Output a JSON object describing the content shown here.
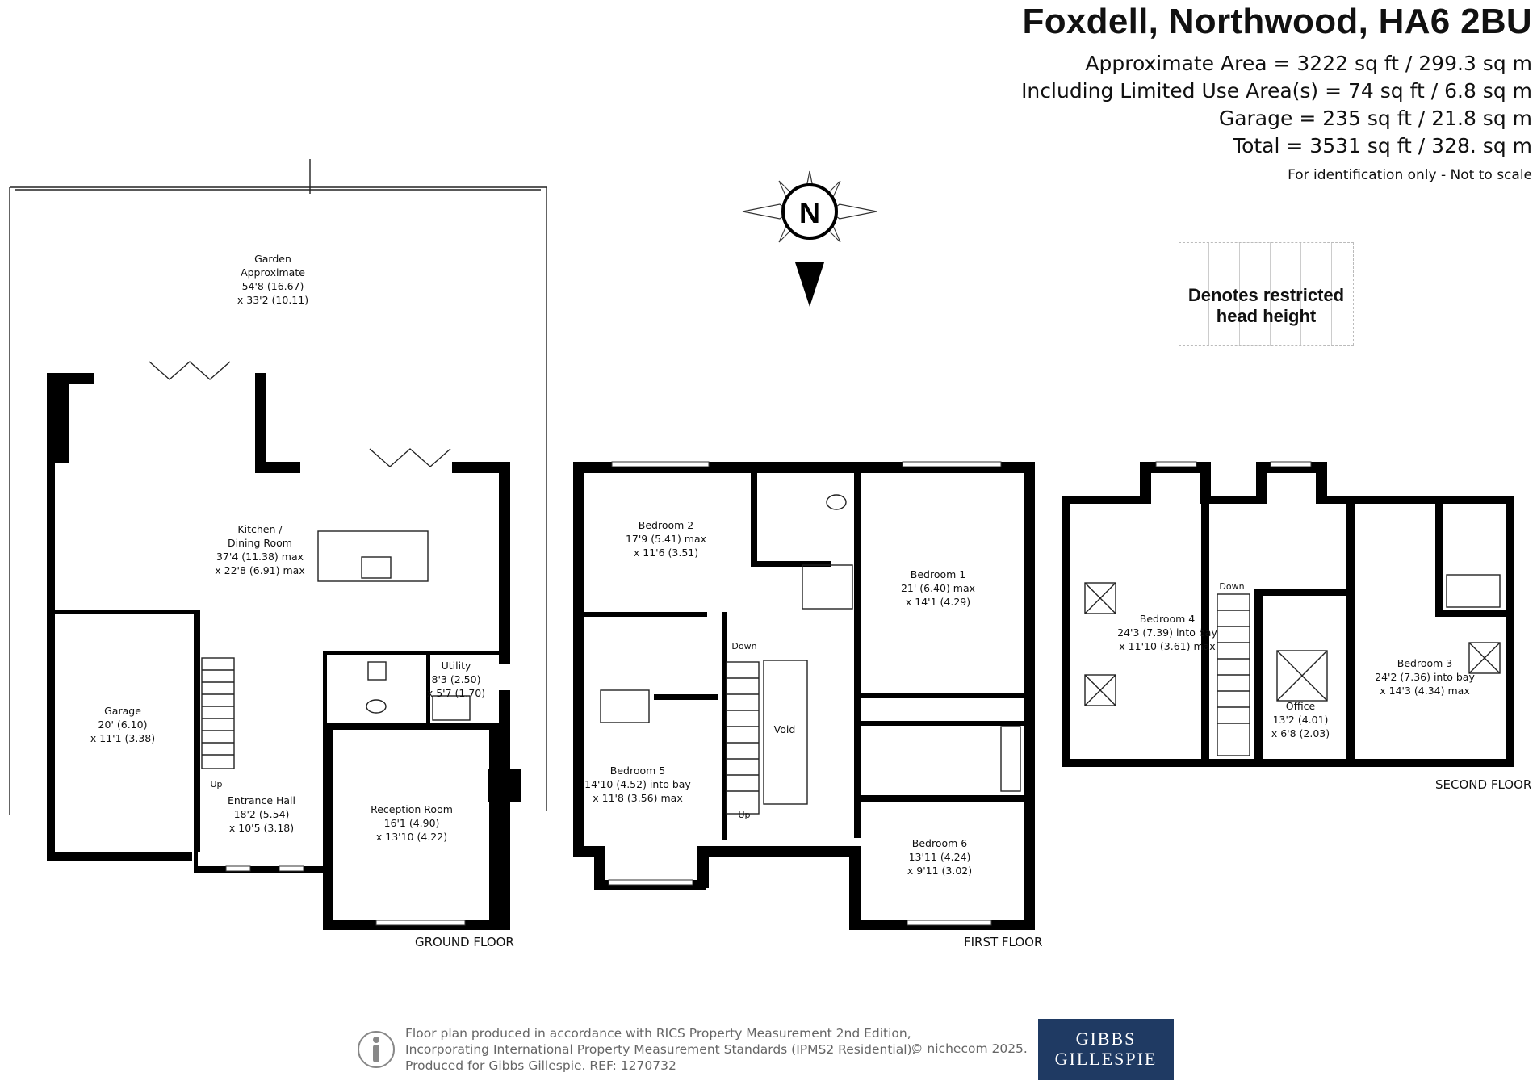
{
  "header": {
    "title": "Foxdell, Northwood, HA6 2BU",
    "area_lines": [
      "Approximate Area = 3222 sq ft / 299.3 sq m",
      "Including Limited Use Area(s) = 74 sq ft / 6.8 sq m",
      "Garage = 235 sq ft / 21.8 sq m",
      "Total = 3531 sq ft / 328. sq m"
    ],
    "note": "For identification only - Not to scale"
  },
  "compass": {
    "label": "N"
  },
  "legend": {
    "line1": "Denotes restricted",
    "line2": "head height"
  },
  "floors": {
    "ground": "GROUND FLOOR",
    "first": "FIRST FLOOR",
    "second": "SECOND FLOOR"
  },
  "rooms": {
    "garden": [
      "Garden",
      "Approximate",
      "54'8 (16.67)",
      "x 33'2 (10.11)"
    ],
    "kitchen": [
      "Kitchen /",
      "Dining Room",
      "37'4 (11.38) max",
      "x 22'8 (6.91) max"
    ],
    "garage": [
      "Garage",
      "20' (6.10)",
      "x 11'1 (3.38)"
    ],
    "utility": [
      "Utility",
      "8'3 (2.50)",
      "x 5'7 (1.70)"
    ],
    "entrance": [
      "Entrance Hall",
      "18'2 (5.54)",
      "x 10'5 (3.18)"
    ],
    "reception": [
      "Reception Room",
      "16'1 (4.90)",
      "x 13'10 (4.22)"
    ],
    "bedroom2": [
      "Bedroom 2",
      "17'9 (5.41) max",
      "x 11'6 (3.51)"
    ],
    "bedroom1": [
      "Bedroom 1",
      "21' (6.40) max",
      "x 14'1 (4.29)"
    ],
    "bedroom5": [
      "Bedroom 5",
      "14'10 (4.52) into bay",
      "x 11'8 (3.56) max"
    ],
    "bedroom6": [
      "Bedroom 6",
      "13'11 (4.24)",
      "x 9'11 (3.02)"
    ],
    "void": [
      "Void"
    ],
    "bedroom4": [
      "Bedroom 4",
      "24'3 (7.39) into bay",
      "x 11'10 (3.61) max"
    ],
    "office": [
      "Office",
      "13'2 (4.01)",
      "x 6'8 (2.03)"
    ],
    "bedroom3": [
      "Bedroom 3",
      "24'2 (7.36) into bay",
      "x 14'3 (4.34) max"
    ]
  },
  "stairs": {
    "ground_up": "Up",
    "first_down": "Down",
    "first_up": "Up",
    "second_down": "Down"
  },
  "footer": {
    "line1": "Floor plan produced in accordance with RICS Property Measurement 2nd Edition,",
    "line2": "Incorporating International Property Measurement Standards (IPMS2 Residential).",
    "line3": "Produced for Gibbs Gillespie.   REF:  1270732",
    "copyright": "© nichecom 2025.",
    "logo_line1": "GIBBS",
    "logo_line2": "GILLESPIE"
  }
}
